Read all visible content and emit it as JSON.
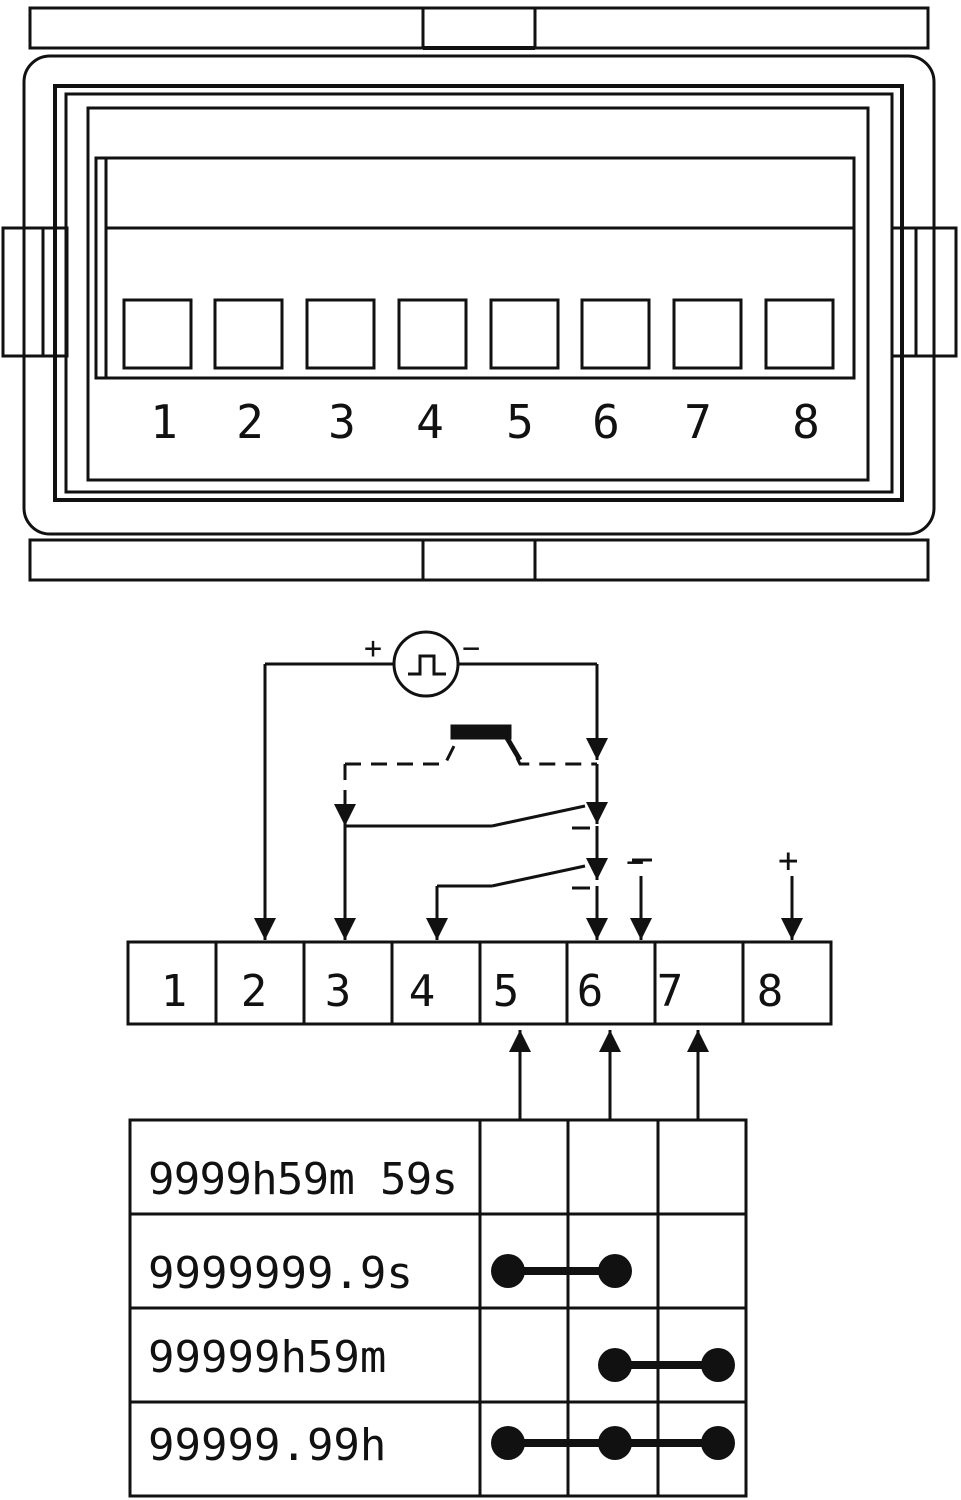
{
  "connector": {
    "pins": [
      "1",
      "2",
      "3",
      "4",
      "5",
      "6",
      "7",
      "8"
    ]
  },
  "wiring": {
    "source_plus": "+",
    "source_minus": "−",
    "supply_minus": "−",
    "supply_plus": "+",
    "terminals": [
      "1",
      "2",
      "3",
      "4",
      "5",
      "6",
      "7",
      "8"
    ]
  },
  "range_table": {
    "rows": [
      {
        "label": "9999h59m 59s",
        "jumper": "none"
      },
      {
        "label": "9999999.9s",
        "jumper": "5-6"
      },
      {
        "label": "99999h59m",
        "jumper": "6-7"
      },
      {
        "label": "99999.99h",
        "jumper": "5-6-7"
      }
    ]
  },
  "colors": {
    "line": "#111111",
    "background": "#ffffff"
  }
}
